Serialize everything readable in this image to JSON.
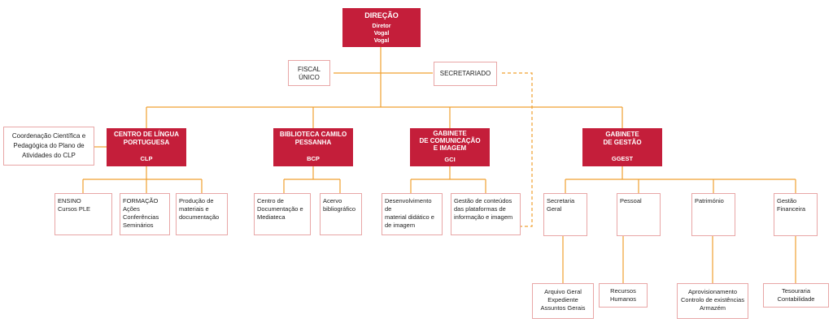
{
  "direcao": {
    "title": "DIREÇÃO",
    "members": [
      "Diretor",
      "Vogal",
      "Vogal"
    ]
  },
  "fiscal": [
    "FISCAL",
    "ÚNICO"
  ],
  "secretariado": "SECRETARIADO",
  "coordenacao": [
    "Coordenação Científica e",
    "Pedagógica do Plano de",
    "Atividades do CLP"
  ],
  "clp": {
    "title": [
      "CENTRO DE LÍNGUA",
      "PORTUGUESA"
    ],
    "code": "CLP",
    "children": [
      [
        "ENSINO",
        "Cursos PLE"
      ],
      [
        "FORMAÇÃO",
        "Ações",
        "Conferências",
        "Seminários"
      ],
      [
        "Produção de",
        "materiais e",
        "documentação"
      ]
    ]
  },
  "bcp": {
    "title": [
      "BIBLIOTECA CAMILO",
      "PESSANHA"
    ],
    "code": "BCP",
    "children": [
      [
        "Centro de",
        "Documentação e",
        "Mediateca"
      ],
      [
        "Acervo",
        "bibliográfico"
      ]
    ]
  },
  "gci": {
    "title": [
      "GABINETE",
      "DE COMUNICAÇÃO",
      "E IMAGEM"
    ],
    "code": "GCI",
    "children": [
      [
        "Desenvolvimento de",
        "material didático e",
        "de imagem"
      ],
      [
        "Gestão de conteúdos",
        "das plataformas de",
        "informação e imagem"
      ]
    ]
  },
  "ggest": {
    "title": [
      "GABINETE",
      "DE GESTÃO"
    ],
    "code": "GGEST",
    "children": [
      [
        "Secretaria",
        "Geral"
      ],
      [
        "Pessoal"
      ],
      [
        "Património"
      ],
      [
        "Gestão",
        "Financeira"
      ]
    ],
    "details": [
      [
        "Arquivo Geral",
        "Expediente",
        "Assuntos Gerais"
      ],
      [
        "Recursos",
        "Humanos"
      ],
      [
        "Aprovisionamento",
        "Controlo de existências",
        "Armazém"
      ],
      [
        "Tesouraria",
        "Contabilidade"
      ]
    ]
  },
  "colors": {
    "accent": "#c41e3a",
    "line": "#f0a030",
    "border": "#e8a6a6"
  }
}
